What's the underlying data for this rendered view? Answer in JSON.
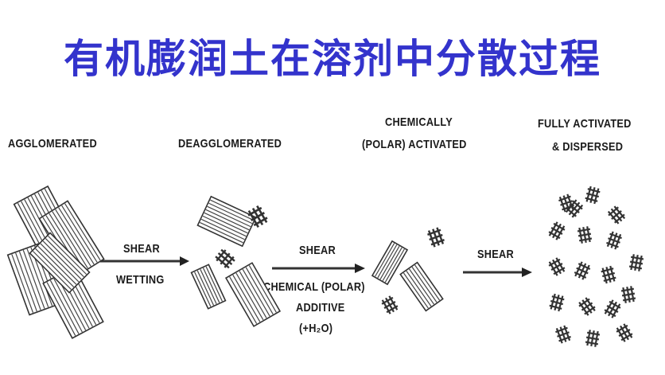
{
  "title": "有机膨润土在溶剂中分散过程",
  "title_color": "#3333cc",
  "stages": {
    "agglomerated": "AGGLOMERATED",
    "deagglomerated": "DEAGGLOMERATED",
    "chemically_line1": "CHEMICALLY",
    "chemically_line2": "(POLAR) ACTIVATED",
    "fully_line1": "FULLY ACTIVATED",
    "fully_line2": "& DISPERSED"
  },
  "arrows": {
    "a1_top": "SHEAR",
    "a1_bottom": "WETTING",
    "a2_top": "SHEAR",
    "a2_bottom1": "CHEMICAL (POLAR)",
    "a2_bottom2": "ADDITIVE",
    "a2_bottom3": "(+H₂O)",
    "a3_top": "SHEAR"
  }
}
